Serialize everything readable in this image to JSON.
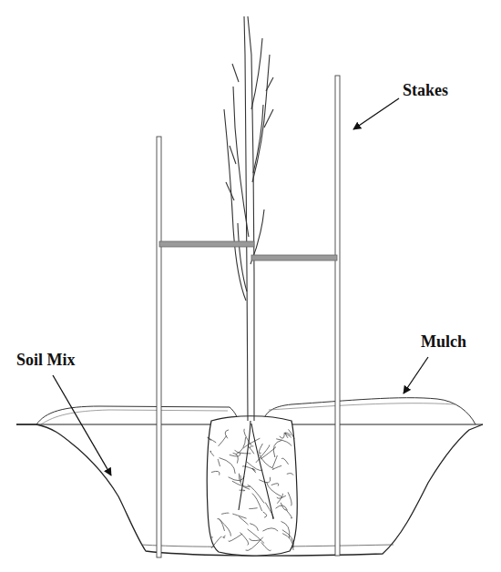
{
  "diagram": {
    "labels": [
      "Stakes",
      "Soil Mix",
      "Mulch"
    ]
  }
}
